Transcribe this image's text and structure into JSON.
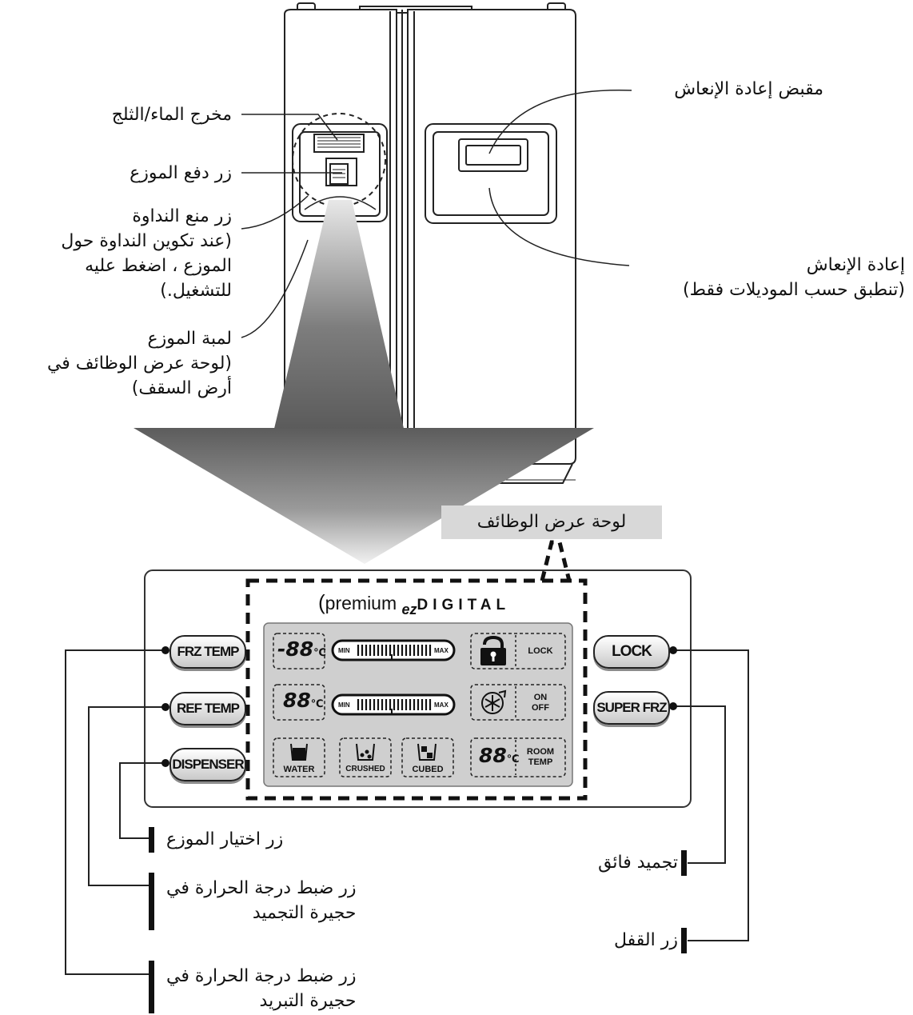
{
  "callouts": {
    "water_ice_outlet": "مخرج الماء/الثلج",
    "dispenser_push_button": "زر دفع الموزع",
    "anti_moisture_button": "زر منع النداوة",
    "anti_moisture_note_1": "(عند تكوين النداوة حول",
    "anti_moisture_note_2": "الموزع ، اضغط عليه",
    "anti_moisture_note_3": "للتشغيل.)",
    "dispenser_lamp": "لمبة الموزع",
    "dispenser_lamp_note_1": "(لوحة عرض الوظائف في",
    "dispenser_lamp_note_2": "أرض السقف)",
    "refresh_handle": "مقبض إعادة الإنعاش",
    "refresh": "إعادة الإنعاش",
    "refresh_note": "(تنطبق حسب الموديلات فقط)",
    "function_panel": "لوحة عرض الوظائف"
  },
  "panel": {
    "brand_premium": "premium",
    "brand_ez": "ez",
    "brand_digital": "DIGITAL",
    "buttons": {
      "frz_temp": "FRZ TEMP",
      "ref_temp": "REF TEMP",
      "dispenser": "DISPENSER",
      "lock": "LOCK",
      "super_frz": "SUPER FRZ"
    },
    "display": {
      "freezer_temp": "-88",
      "fridge_temp": "88",
      "room_temp": "88",
      "degree_unit": "℃",
      "bar_min": "MIN",
      "bar_max": "MAX",
      "lock_label": "LOCK",
      "on_label": "ON",
      "off_label": "OFF",
      "room_label": "ROOM",
      "temp_label": "TEMP",
      "water_label": "WATER",
      "crushed_label": "CRUSHED",
      "cubed_label": "CUBED"
    }
  },
  "legend": {
    "dispenser_select": "زر اختيار الموزع",
    "freezer_temp_1": "زر ضبط درجة الحرارة في",
    "freezer_temp_2": "حجيرة التجميد",
    "fridge_temp_1": "زر ضبط درجة الحرارة في",
    "fridge_temp_2": "حجيرة التبريد",
    "super_freeze": "تجميد فائق",
    "lock_button": "زر القفل"
  }
}
